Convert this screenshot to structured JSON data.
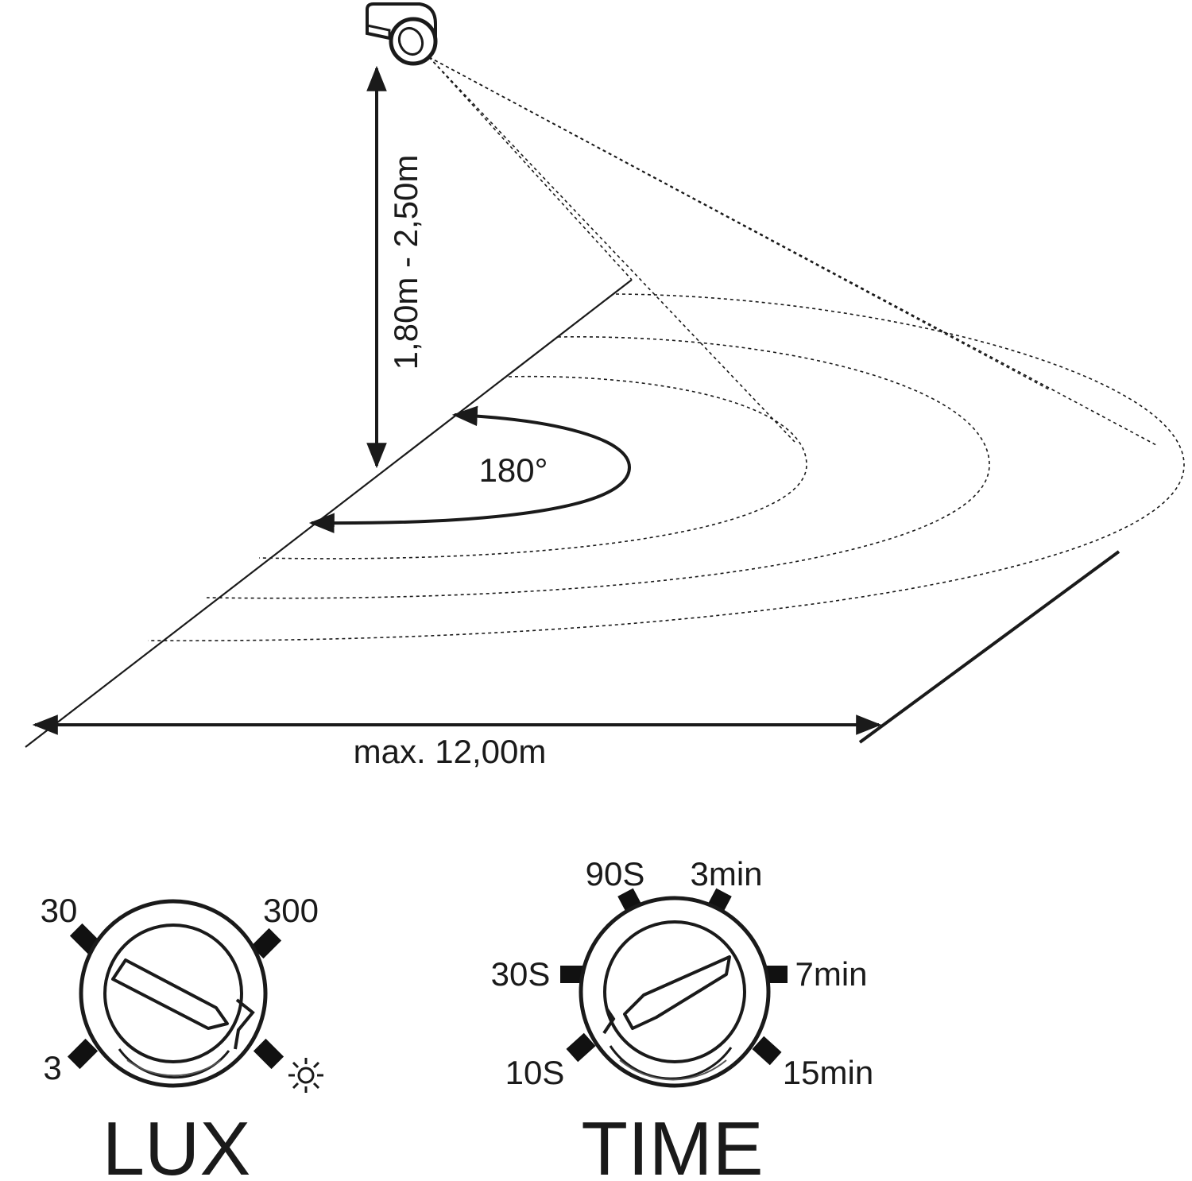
{
  "detection": {
    "height_label": "1,80m - 2,50m",
    "angle_label": "180°",
    "range_label": "max. 12,00m"
  },
  "lux_dial": {
    "title": "LUX",
    "marks": [
      "30",
      "300",
      "3"
    ],
    "daylight_icon": "sun-icon"
  },
  "time_dial": {
    "title": "TIME",
    "marks": [
      "90S",
      "3min",
      "30S",
      "7min",
      "10S",
      "15min"
    ]
  }
}
